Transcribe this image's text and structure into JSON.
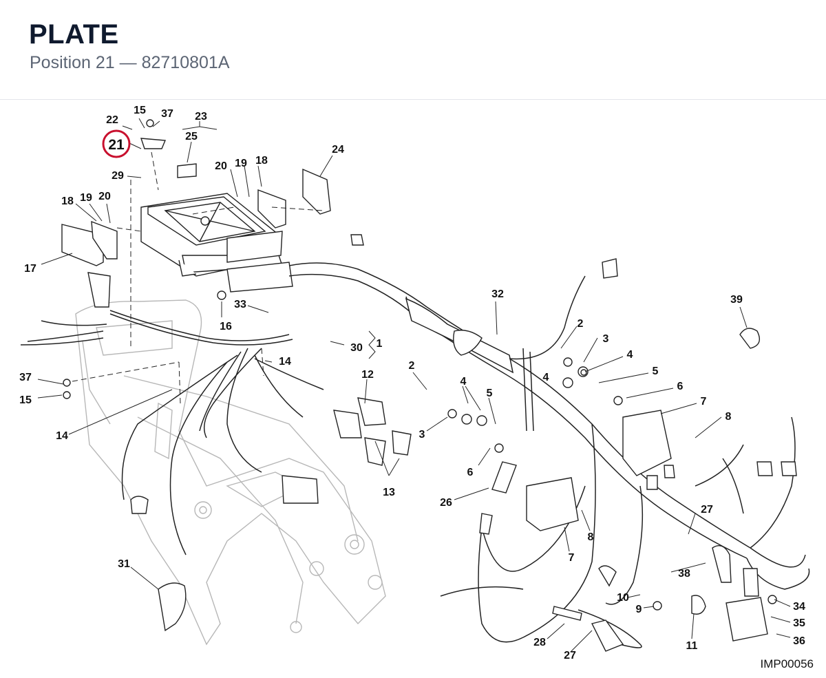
{
  "header": {
    "title": "PLATE",
    "subtitle": "Position 21 — 82710801A"
  },
  "diagram": {
    "reference_code": "IMP00056",
    "highlight_color": "#c8102e",
    "highlighted_label": "21",
    "labels": [
      "15",
      "37",
      "22",
      "23",
      "25",
      "24",
      "29",
      "20",
      "19",
      "18",
      "18",
      "19",
      "20",
      "17",
      "33",
      "16",
      "32",
      "39",
      "2",
      "3",
      "4",
      "4",
      "5",
      "6",
      "7",
      "8",
      "1",
      "30",
      "14",
      "12",
      "37",
      "15",
      "14",
      "13",
      "2",
      "3",
      "4",
      "5",
      "6",
      "26",
      "7",
      "8",
      "27",
      "38",
      "10",
      "9",
      "34",
      "35",
      "36",
      "11",
      "28",
      "27",
      "31"
    ]
  }
}
